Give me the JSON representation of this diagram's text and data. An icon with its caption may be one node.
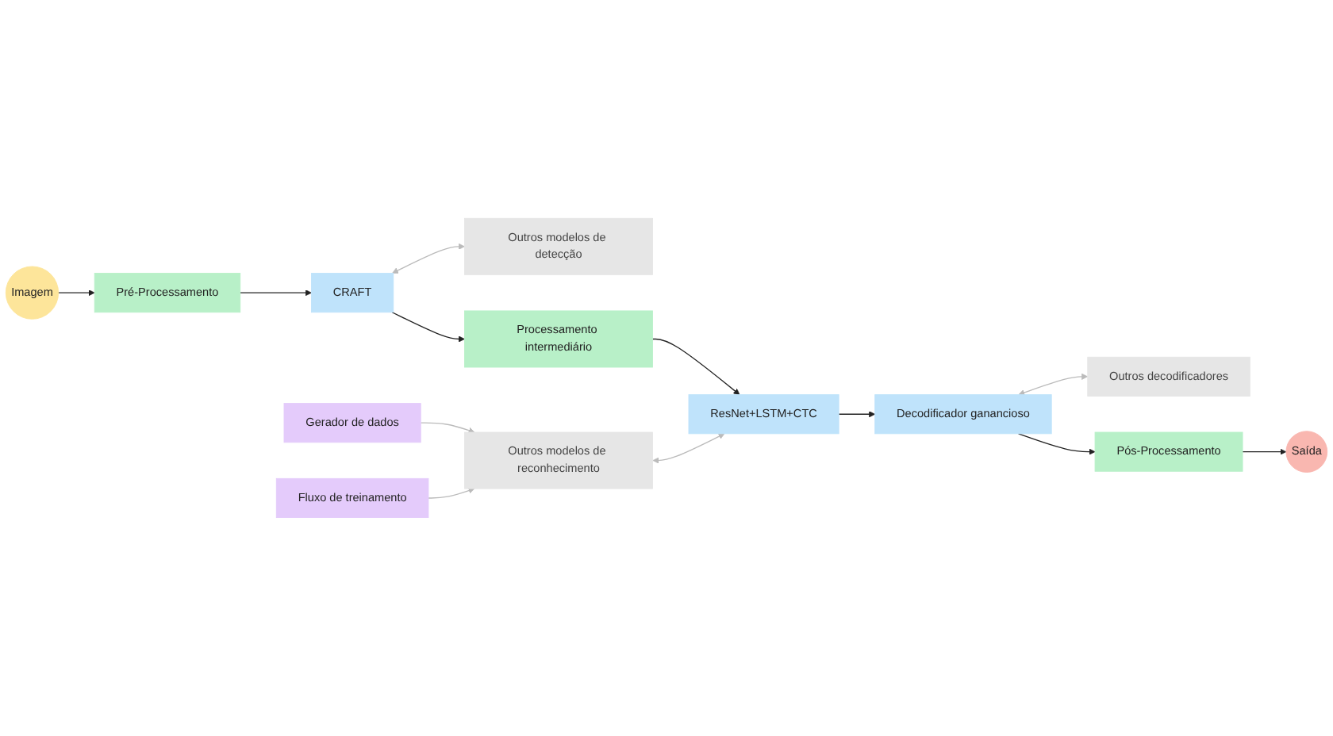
{
  "diagram": {
    "nodes": [
      {
        "text": [
          "Imagem"
        ]
      },
      {
        "text": [
          "Pré-Processamento"
        ]
      },
      {
        "text": [
          "CRAFT"
        ]
      },
      {
        "text": [
          "Outros modelos de detecção"
        ]
      },
      {
        "text": [
          "Processamento intermediário"
        ]
      },
      {
        "text": [
          "Gerador de dados"
        ]
      },
      {
        "text": [
          "Fluxo de treinamento"
        ]
      },
      {
        "text": [
          "Outros modelos de reconhecimento"
        ]
      },
      {
        "text": [
          "ResNet+LSTM+CTC"
        ]
      },
      {
        "text": [
          "Decodificador ganancioso"
        ]
      },
      {
        "text": [
          "Outros decodificadores"
        ]
      },
      {
        "text": [
          "Pós-Processamento"
        ]
      },
      {
        "text": [
          "Saída"
        ]
      }
    ],
    "edges": [
      {
        "from": 0,
        "to": 1,
        "arrow": "to"
      },
      {
        "from": 1,
        "to": 2,
        "arrow": "to"
      },
      {
        "from": 2,
        "to": 3,
        "arrow": "both",
        "color": "#bbbbbb"
      },
      {
        "from": 2,
        "to": 4,
        "arrow": "to"
      },
      {
        "from": 4,
        "to": 8,
        "arrow": "to"
      },
      {
        "from": 5,
        "to": 7,
        "arrow": "to",
        "color": "#bbbbbb"
      },
      {
        "from": 6,
        "to": 7,
        "arrow": "to",
        "color": "#bbbbbb"
      },
      {
        "from": 7,
        "to": 8,
        "arrow": "both",
        "color": "#bbbbbb"
      },
      {
        "from": 8,
        "to": 9,
        "arrow": "to"
      },
      {
        "from": 9,
        "to": 10,
        "arrow": "both",
        "color": "#bbbbbb"
      },
      {
        "from": 9,
        "to": 11,
        "arrow": "to"
      },
      {
        "from": 11,
        "to": 12,
        "arrow": "to"
      }
    ]
  }
}
